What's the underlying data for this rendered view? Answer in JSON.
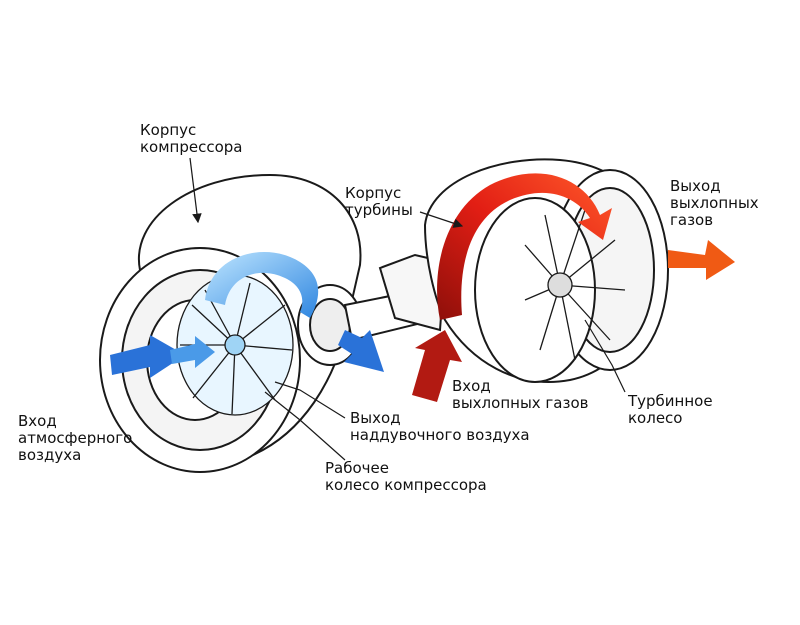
{
  "labels": {
    "compressor_housing": "Корпус\nкомпрессора",
    "turbine_housing": "Корпус\nтурбины",
    "exhaust_out": "Выход\nвыхлопных\nгазов",
    "air_in": "Вход\nатмосферного\nвоздуха",
    "boost_out": "Выход\nнаддувочного воздуха",
    "exhaust_in": "Вход\nвыхлопных газов",
    "turbine_wheel": "Турбинное\nколесо",
    "compressor_wheel": "Рабочее\nколесо компрессора"
  },
  "colors": {
    "cold_air": "#2a72d8",
    "cold_air_light": "#7cc4f0",
    "hot_gas": "#e21e14",
    "hot_gas_dark": "#b21a12",
    "exhaust_out": "#f05a14",
    "outline": "#1a1a1a"
  }
}
